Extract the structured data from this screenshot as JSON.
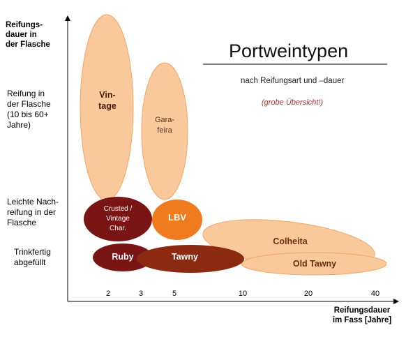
{
  "title": "Portweintypen",
  "subtitle": "nach Reifungsart und –dauer",
  "note": "(grobe Übersicht!)",
  "y_axis": {
    "title_lines": [
      "Reifungs-",
      "dauer in",
      "der Flasche"
    ],
    "levels": [
      {
        "lines": [
          "Reifung in",
          "der Flasche",
          "(10 bis 60+",
          "Jahre)"
        ]
      },
      {
        "lines": [
          "Leichte Nach-",
          "reifung in der",
          "Flasche"
        ]
      },
      {
        "lines": [
          "Trinkfertig",
          "abgefüllt"
        ]
      }
    ]
  },
  "x_axis": {
    "title_lines": [
      "Reifungsdauer",
      "im Fass [Jahre]"
    ],
    "ticks": [
      "2",
      "3",
      "5",
      "10",
      "20",
      "40"
    ]
  },
  "types": {
    "vintage": {
      "lines": [
        "Vin-",
        "tage"
      ]
    },
    "garafeira": {
      "lines": [
        "Gara-",
        "feira"
      ]
    },
    "crusted": {
      "lines": [
        "Crusted /",
        "Vintage",
        "Char."
      ]
    },
    "lbv": {
      "lines": [
        "LBV"
      ]
    },
    "colheita": {
      "lines": [
        "Colheita"
      ]
    },
    "ruby": {
      "lines": [
        "Ruby"
      ]
    },
    "tawny": {
      "lines": [
        "Tawny"
      ]
    },
    "old_tawny": {
      "lines": [
        "Old Tawny"
      ]
    }
  },
  "colors": {
    "light_peach": "#f9c89b",
    "peach_stroke": "#f2a668",
    "dark_red": "#7a1515",
    "brown": "#8b2a10",
    "orange": "#f07a1e",
    "note_red": "#a0312f"
  }
}
